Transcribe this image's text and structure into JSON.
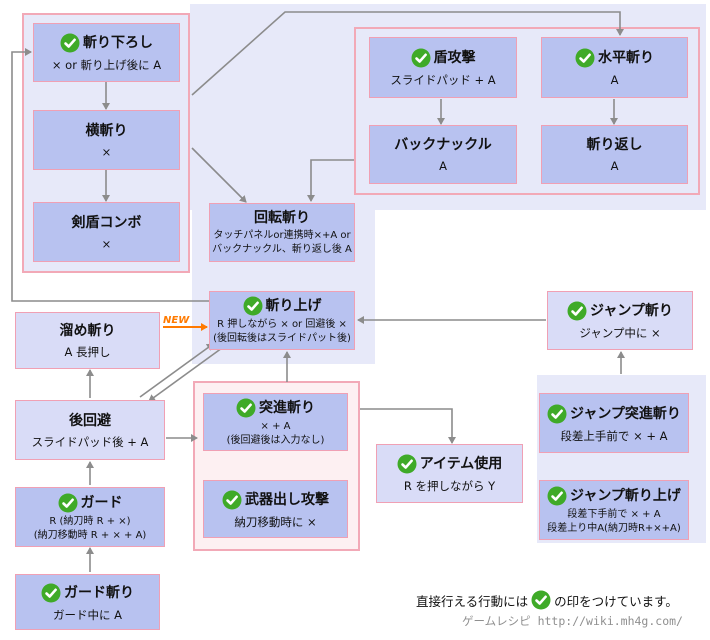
{
  "colors": {
    "node_fill": "#b8c2f0",
    "node_border": "#f0a0b4",
    "zone_blue": "#e7e9f9",
    "zone_pink": "#f2a9b7",
    "arrow": "#8c8c8c",
    "check_green": "#3faa28",
    "new_orange": "#ff7a00"
  },
  "nodes": {
    "kirioroshi": {
      "title": "斬り下ろし",
      "sub": "× or 斬り上げ後に A",
      "check": true
    },
    "yokogiri": {
      "title": "横斬り",
      "sub": "×",
      "check": false
    },
    "kenjun": {
      "title": "剣盾コンボ",
      "sub": "×",
      "check": false
    },
    "tatekougeki": {
      "title": "盾攻撃",
      "sub": "スライドパッド + A",
      "check": true
    },
    "suihei": {
      "title": "水平斬り",
      "sub": "A",
      "check": true
    },
    "backknuckle": {
      "title": "バックナックル",
      "sub": "A",
      "check": false
    },
    "kirikaeshi": {
      "title": "斬り返し",
      "sub": "A",
      "check": false
    },
    "kaiten": {
      "title": "回転斬り",
      "sub1": "タッチパネルor連携時×+A or",
      "sub2": "バックナックル、斬り返し後 A",
      "check": false
    },
    "kiriage": {
      "title": "斬り上げ",
      "sub1": "R 押しながら × or 回避後 ×",
      "sub2": "(後回転後はスライドパット後)",
      "check": true
    },
    "tamegiri": {
      "title": "溜め斬り",
      "sub": "A 長押し",
      "check": false
    },
    "jumpgiri": {
      "title": "ジャンプ斬り",
      "sub": "ジャンプ中に ×",
      "check": true
    },
    "kouhi": {
      "title": "後回避",
      "sub": "スライドパッド後 + A",
      "check": false
    },
    "tosshin": {
      "title": "突進斬り",
      "sub1": "× + A",
      "sub2": "(後回避後は入力なし)",
      "check": true
    },
    "item": {
      "title": "アイテム使用",
      "sub": "R を押しながら Y",
      "check": true
    },
    "jumptosshin": {
      "title": "ジャンプ突進斬り",
      "sub": "段差上手前で × + A",
      "check": true
    },
    "guard": {
      "title": "ガード",
      "sub1": "R (納刀時 R + ×)",
      "sub2": "(納刀移動時 R + × + A)",
      "check": true
    },
    "bukidashi": {
      "title": "武器出し攻撃",
      "sub": "納刀移動時に ×",
      "check": true
    },
    "jumpkiriage": {
      "title": "ジャンプ斬り上げ",
      "sub1": "段差下手前で × + A",
      "sub2": "段差上り中A(納刀時R+×+A)",
      "check": true
    },
    "guardgiri": {
      "title": "ガード斬り",
      "sub": "ガード中に A",
      "check": true
    }
  },
  "new_badge": "NEW",
  "legend": {
    "before": "直接行える行動には",
    "after": "の印をつけています。"
  },
  "credit": "ゲームレシピ http://wiki.mh4g.com/"
}
